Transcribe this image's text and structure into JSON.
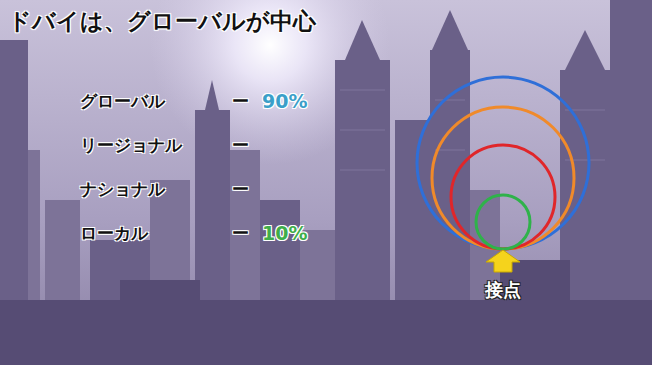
{
  "diagram": {
    "title": "ドバイは、グローバルが中心",
    "labels": [
      "グローバル",
      "ー",
      "90%",
      "リージョナル",
      "ー",
      "ナショナル",
      "ー",
      "ローカル",
      "ー",
      "10%",
      "接点"
    ]
  }
}
